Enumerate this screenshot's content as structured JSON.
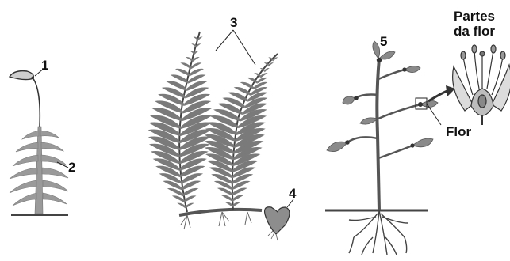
{
  "labels": {
    "n1": "1",
    "n2": "2",
    "n3": "3",
    "n4": "4",
    "n5": "5",
    "flor": "Flor",
    "partes_line1": "Partes",
    "partes_line2": "da flor"
  },
  "colors": {
    "ink": "#222222",
    "moss": "#8a8a8a",
    "fern": "#6e6e6e",
    "plant": "#555555",
    "ground": "#444444"
  },
  "icons": {
    "moss": "moss-plant-icon",
    "fern": "fern-plant-icon",
    "prothallus": "prothallus-icon",
    "angiosperm": "flowering-plant-icon",
    "flower_detail": "flower-parts-icon"
  }
}
